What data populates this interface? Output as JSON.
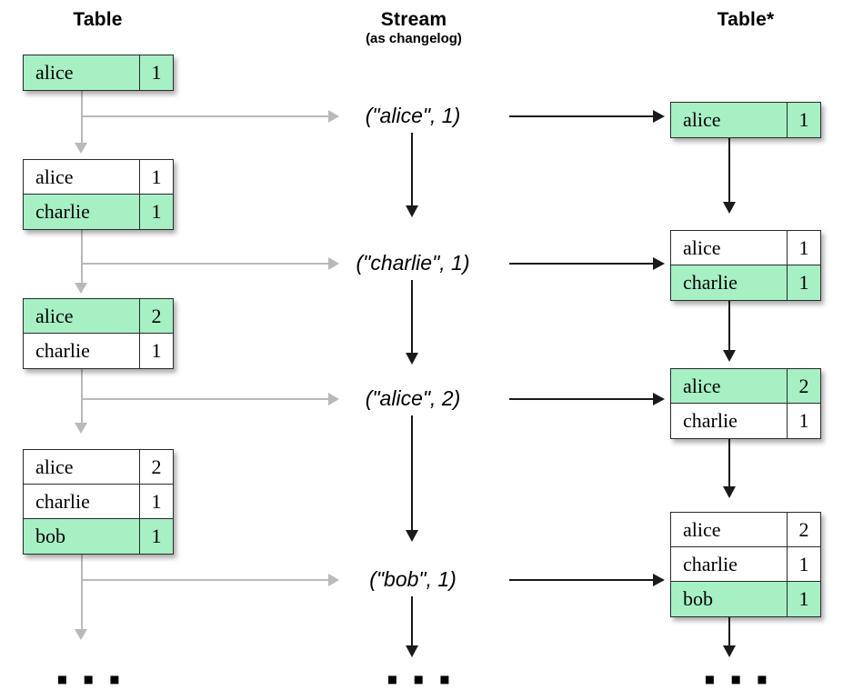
{
  "columns": {
    "left": {
      "title": "Table",
      "subtitle": ""
    },
    "middle": {
      "title": "Stream",
      "subtitle": "(as changelog)"
    },
    "right": {
      "title": "Table*",
      "subtitle": ""
    }
  },
  "ellipsis": {
    "left": "▪ ▪ ▪",
    "middle": "▪ ▪ ▪",
    "right": "▪ ▪ ▪"
  },
  "colors": {
    "highlight_green": "#a6f0c4",
    "table_border": "#2a2a2a",
    "gray_arrow": "#b9b9b9",
    "black_arrow": "#1a1a1a",
    "background": "#ffffff"
  },
  "left_tables": [
    {
      "rows": [
        {
          "key": "alice",
          "value": "1",
          "highlight": true
        }
      ]
    },
    {
      "rows": [
        {
          "key": "alice",
          "value": "1",
          "highlight": false
        },
        {
          "key": "charlie",
          "value": "1",
          "highlight": true
        }
      ]
    },
    {
      "rows": [
        {
          "key": "alice",
          "value": "2",
          "highlight": true
        },
        {
          "key": "charlie",
          "value": "1",
          "highlight": false
        }
      ]
    },
    {
      "rows": [
        {
          "key": "alice",
          "value": "2",
          "highlight": false
        },
        {
          "key": "charlie",
          "value": "1",
          "highlight": false
        },
        {
          "key": "bob",
          "value": "1",
          "highlight": true
        }
      ]
    }
  ],
  "stream_events": [
    {
      "label": "(\"alice\", 1)",
      "key": "alice",
      "value": 1
    },
    {
      "label": "(\"charlie\", 1)",
      "key": "charlie",
      "value": 1
    },
    {
      "label": "(\"alice\", 2)",
      "key": "alice",
      "value": 2
    },
    {
      "label": "(\"bob\", 1)",
      "key": "bob",
      "value": 1
    }
  ],
  "right_tables": [
    {
      "rows": [
        {
          "key": "alice",
          "value": "1",
          "highlight": true
        }
      ]
    },
    {
      "rows": [
        {
          "key": "alice",
          "value": "1",
          "highlight": false
        },
        {
          "key": "charlie",
          "value": "1",
          "highlight": true
        }
      ]
    },
    {
      "rows": [
        {
          "key": "alice",
          "value": "2",
          "highlight": true
        },
        {
          "key": "charlie",
          "value": "1",
          "highlight": false
        }
      ]
    },
    {
      "rows": [
        {
          "key": "alice",
          "value": "2",
          "highlight": false
        },
        {
          "key": "charlie",
          "value": "1",
          "highlight": false
        },
        {
          "key": "bob",
          "value": "1",
          "highlight": true
        }
      ]
    }
  ]
}
